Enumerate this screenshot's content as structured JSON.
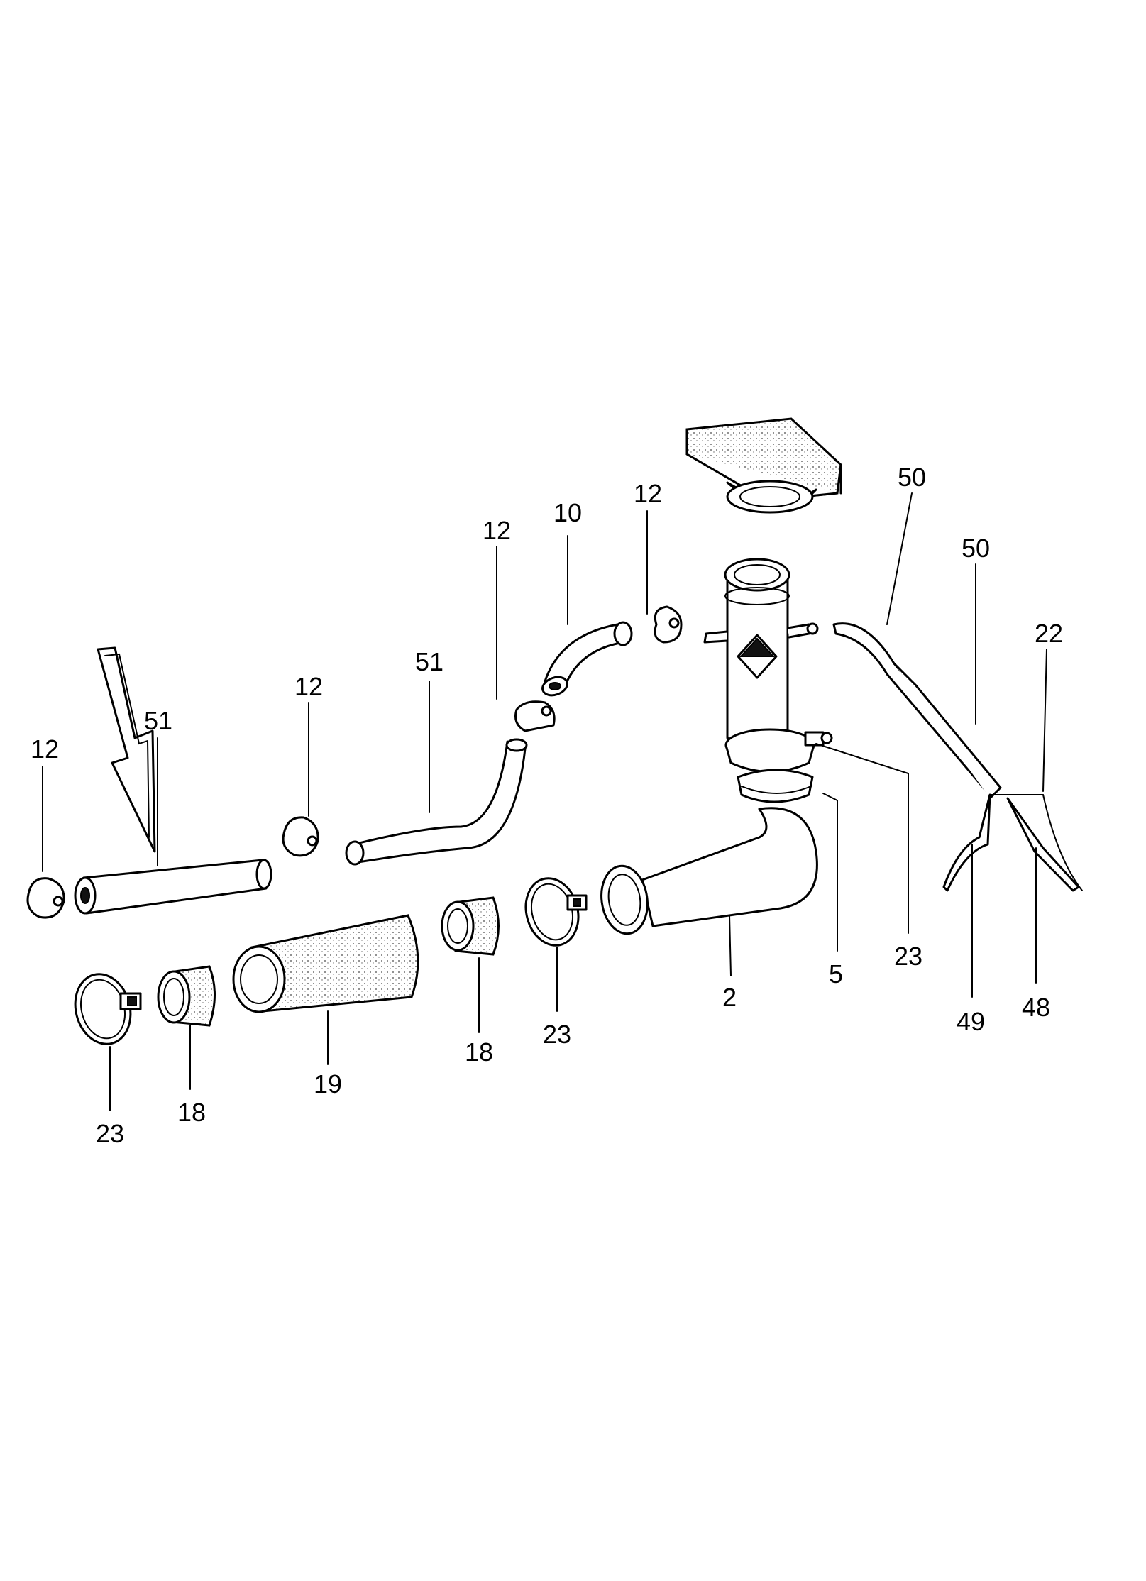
{
  "diagram": {
    "callouts": [
      {
        "id": "c-12-a",
        "label": "12"
      },
      {
        "id": "c-51-a",
        "label": "51"
      },
      {
        "id": "c-12-b",
        "label": "12"
      },
      {
        "id": "c-51-b",
        "label": "51"
      },
      {
        "id": "c-12-c",
        "label": "12"
      },
      {
        "id": "c-10",
        "label": "10"
      },
      {
        "id": "c-12-d",
        "label": "12"
      },
      {
        "id": "c-50-a",
        "label": "50"
      },
      {
        "id": "c-50-b",
        "label": "50"
      },
      {
        "id": "c-22",
        "label": "22"
      },
      {
        "id": "c-23-a",
        "label": "23"
      },
      {
        "id": "c-5",
        "label": "5"
      },
      {
        "id": "c-2",
        "label": "2"
      },
      {
        "id": "c-23-b",
        "label": "23"
      },
      {
        "id": "c-18-a",
        "label": "18"
      },
      {
        "id": "c-19",
        "label": "19"
      },
      {
        "id": "c-18-b",
        "label": "18"
      },
      {
        "id": "c-23-c",
        "label": "23"
      },
      {
        "id": "c-49",
        "label": "49"
      },
      {
        "id": "c-48",
        "label": "48"
      }
    ]
  }
}
